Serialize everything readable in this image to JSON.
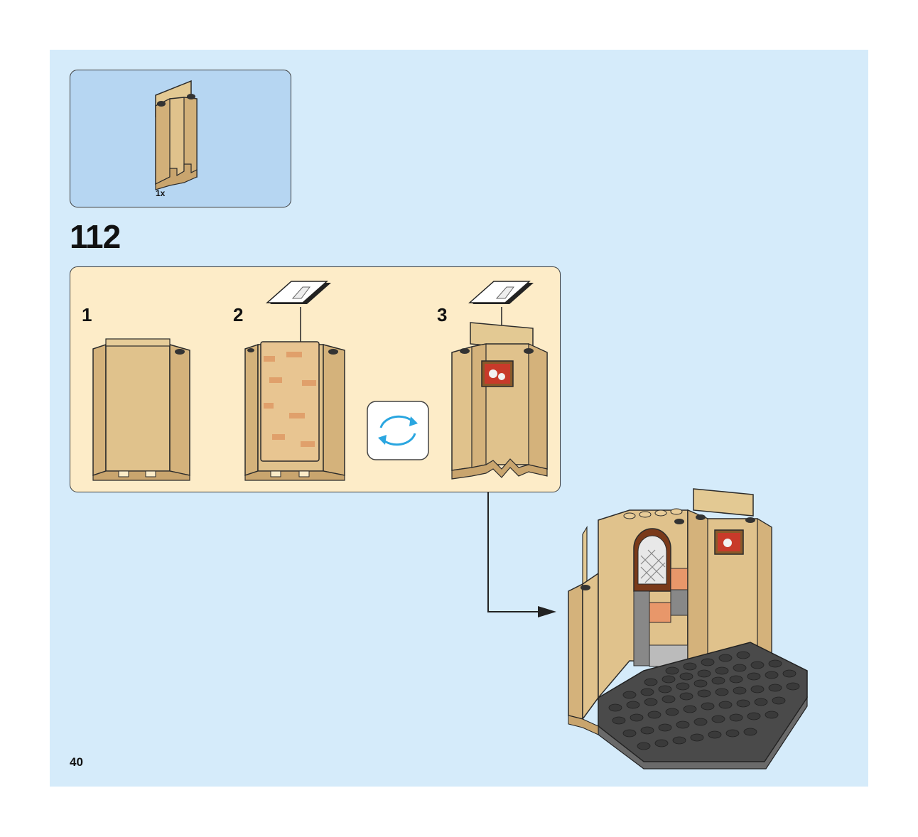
{
  "parts_list": {
    "items": [
      {
        "name": "tan-wall-panel-icon",
        "quantity": "1x"
      }
    ]
  },
  "step": {
    "number": "112",
    "substeps": [
      {
        "number": "1"
      },
      {
        "number": "2"
      },
      {
        "number": "3"
      }
    ],
    "rotate_icon": "rotate-model-icon"
  },
  "page_number": "40",
  "colors": {
    "page_background": "#d5ebfa",
    "parts_box": "#b6d6f2",
    "substep_box": "#fdecc8",
    "tan": "#e0c28c",
    "tan_dark": "#c9a56e",
    "baseplate": "#555555",
    "rotate_arrow": "#2aa6e0"
  }
}
